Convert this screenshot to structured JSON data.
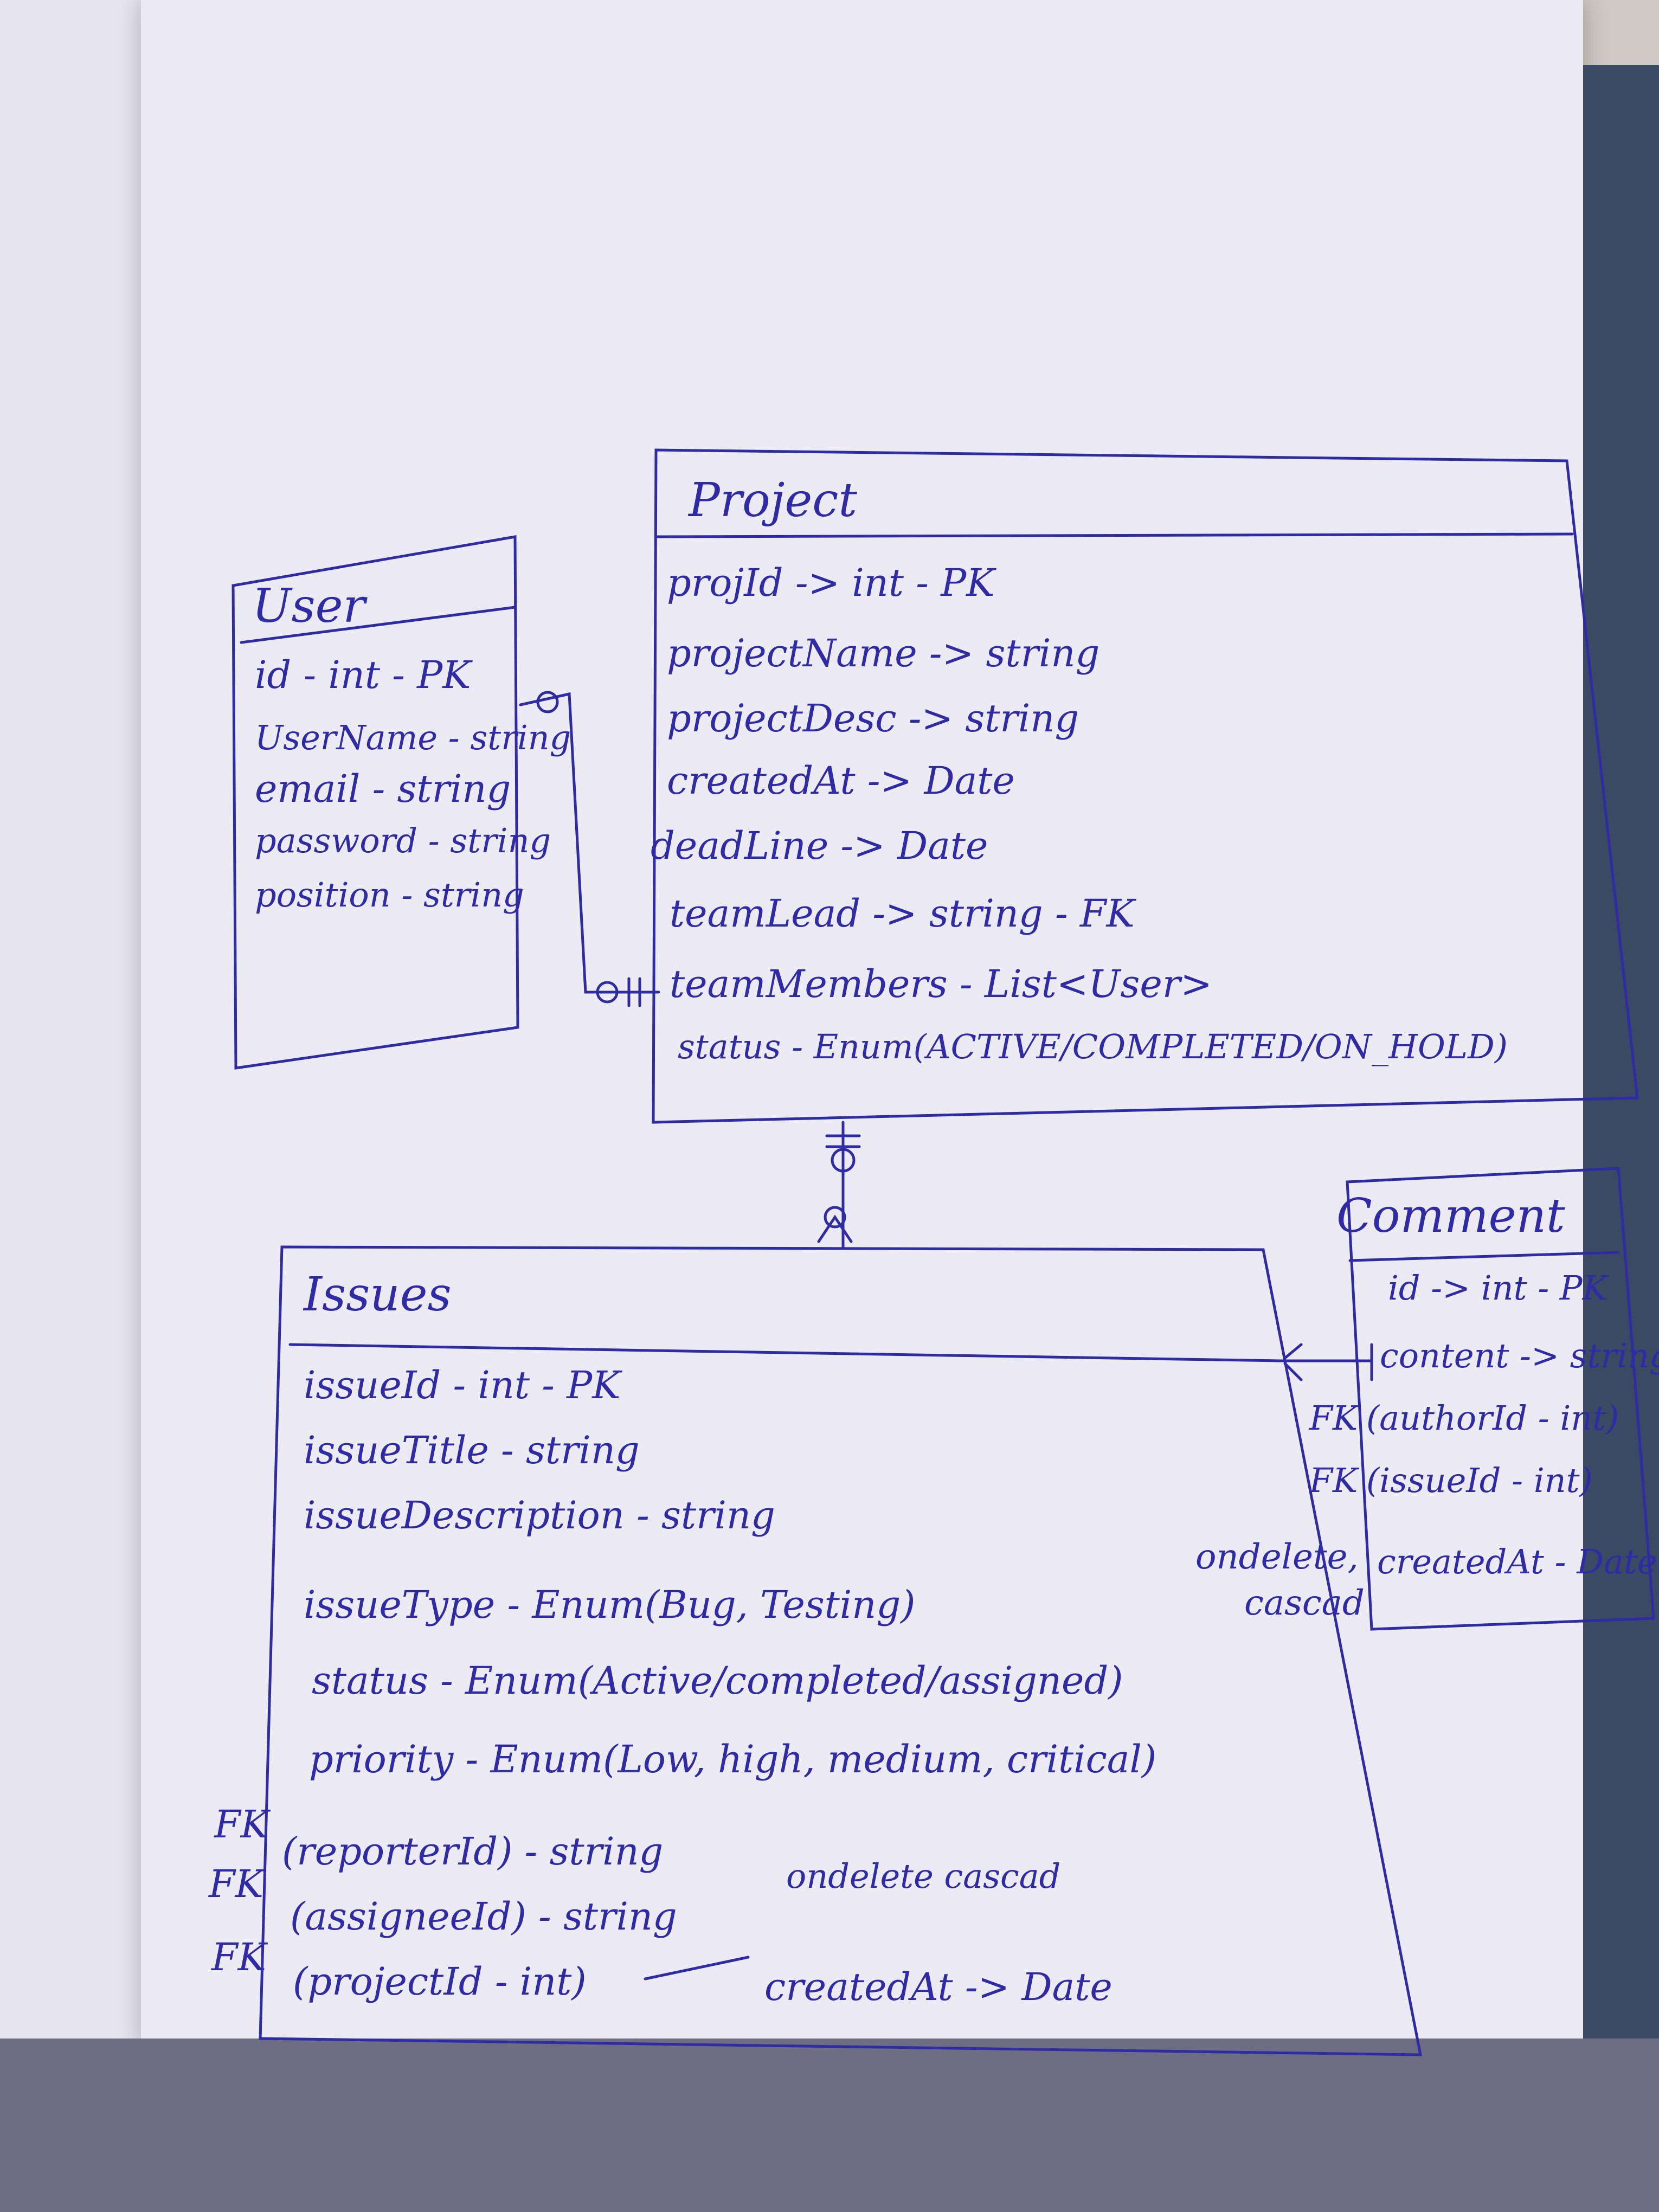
{
  "entities": {
    "user": {
      "name": "User",
      "fields": [
        "id - int - PK",
        "UserName - string",
        "email - string",
        "password - string",
        "position - string"
      ]
    },
    "project": {
      "name": "Project",
      "fields": [
        "projId -> int - PK",
        "projectName -> string",
        "projectDesc -> string",
        "createdAt -> Date",
        "deadLine -> Date",
        "teamLead -> string - FK",
        "teamMembers - List<User>",
        "status - Enum(ACTIVE/COMPLETED/ON_HOLD)"
      ]
    },
    "issues": {
      "name": "Issues",
      "fields": [
        "issueId - int - PK",
        "issueTitle - string",
        "issueDescription - string",
        "issueType - Enum(Bug, Testing)",
        "status - Enum(Active/completed/assigned)",
        "priority - Enum(Low, high, medium, critical)",
        "(reporterId) - string",
        "(assigneeId) - string",
        "(projectId - int)",
        "createdAt -> Date"
      ],
      "fk_marks": [
        "FK",
        "FK",
        "FK"
      ],
      "note": "ondelete cascad"
    },
    "comment": {
      "name": "Comment",
      "fields": [
        "id -> int - PK",
        "content -> string",
        "(authorId - int)",
        "(issueId - int)",
        "createdAt - Date"
      ],
      "fk_marks": [
        "FK",
        "FK"
      ],
      "note_line1": "ondelete,",
      "note_line2": "cascad"
    }
  },
  "colors": {
    "ink": "#2f2aa6",
    "paper": "#ecebf4"
  }
}
